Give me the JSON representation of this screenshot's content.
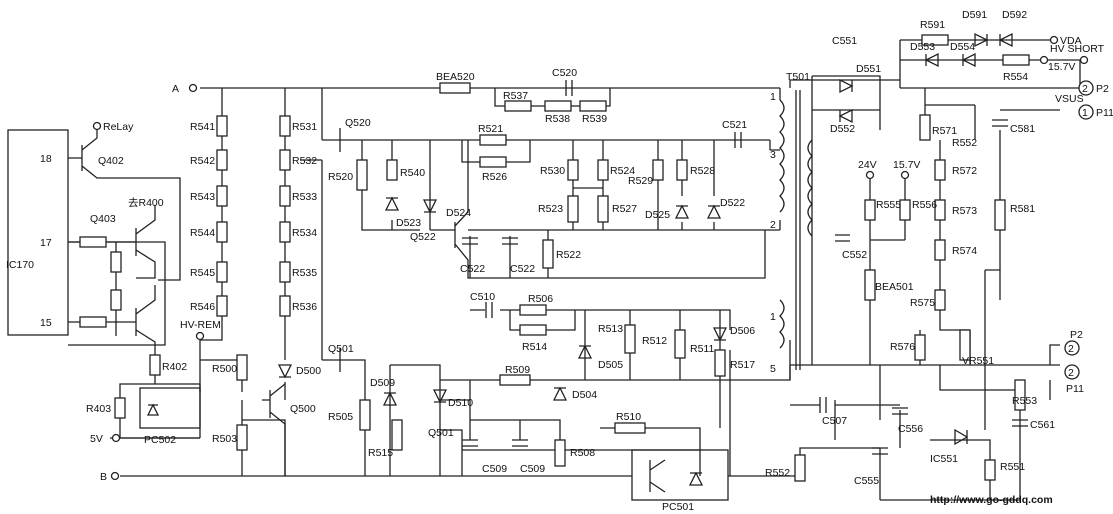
{
  "ic": {
    "label": "IC170",
    "pins": [
      "18",
      "17",
      "15"
    ]
  },
  "nodes": {
    "a": "A",
    "b": "B",
    "relay": "ReLay",
    "v5": "5V",
    "hv_rem": "HV-REM",
    "to_r400": "去R400",
    "v24": "24V",
    "v157": "15.7V",
    "vda": "VDA",
    "hv_short": "HV SHORT",
    "v157b": "15.7V",
    "vsus": "VSUS"
  },
  "ports": {
    "p2_top": "2",
    "p2_top_label": "P2",
    "p11_top": "1",
    "p11_top_label": "P11",
    "p2_bot": "2",
    "p2_bot_label": "P2",
    "p11_bot": "2",
    "p11_bot_label": "P11"
  },
  "transistors": {
    "q402": "Q402",
    "q403": "Q403",
    "q520": "Q520",
    "q522": "Q522",
    "q501": "Q501",
    "q500": "Q500",
    "q501b": "Q501"
  },
  "ics": {
    "pc502": "PC502",
    "pc501": "PC501",
    "ic551": "IC551"
  },
  "resistors": {
    "r541": "R541",
    "r542": "R542",
    "r543": "R543",
    "r544": "R544",
    "r545": "R545",
    "r546": "R546",
    "r531": "R531",
    "r532": "R532",
    "r533": "R533",
    "r534": "R534",
    "r535": "R535",
    "r536": "R536",
    "r520": "R520",
    "r540": "R540",
    "r521": "R521",
    "r526": "R526",
    "r537": "R537",
    "r538": "R538",
    "r539": "R539",
    "r530": "R530",
    "r524": "R524",
    "r529": "R529",
    "r528": "R528",
    "r523": "R523",
    "r527": "R527",
    "r522": "R522",
    "r506": "R506",
    "r514": "R514",
    "r513": "R513",
    "r512": "R512",
    "r511": "R511",
    "r517": "R517",
    "r509": "R509",
    "r510": "R510",
    "r508": "R508",
    "r505": "R505",
    "r515": "R515",
    "r500": "R500",
    "r503": "R503",
    "r402": "R402",
    "r403": "R403",
    "r591": "R591",
    "r554": "R554",
    "r571": "R571",
    "r552": "R552",
    "r572": "R572",
    "r573": "R573",
    "r574": "R574",
    "r575": "R575",
    "r576": "R576",
    "r581": "R581",
    "r553": "R553",
    "r551": "R551",
    "r555": "R555",
    "r556": "R556",
    "r552b": "R552"
  },
  "capacitors": {
    "c520": "C520",
    "c521": "C521",
    "c522": "C522",
    "c522b": "C522",
    "c510": "C510",
    "c509": "C509",
    "c509b": "C509",
    "c551": "C551",
    "c552": "C552",
    "c581": "C581",
    "c507": "C507",
    "c556": "C556",
    "c555": "C555",
    "c561": "C561"
  },
  "diodes": {
    "d523": "D523",
    "d524": "D524",
    "d525": "D525",
    "d522": "D522",
    "d500": "D500",
    "d509": "D509",
    "d510": "D510",
    "d505": "D505",
    "d504": "D504",
    "d506": "D506",
    "d551": "D551",
    "d552": "D552",
    "d591": "D591",
    "d592": "D592",
    "d553": "D553",
    "d554": "D554"
  },
  "others": {
    "bea520": "BEA520",
    "bea501": "BEA501",
    "t501": "T501",
    "vr551": "VR551",
    "t_pin1": "1",
    "t_pin3": "3",
    "t_pin2": "2",
    "t_pin1b": "1",
    "t_pin5": "5"
  },
  "watermark": "http://www.go-gddq.com"
}
